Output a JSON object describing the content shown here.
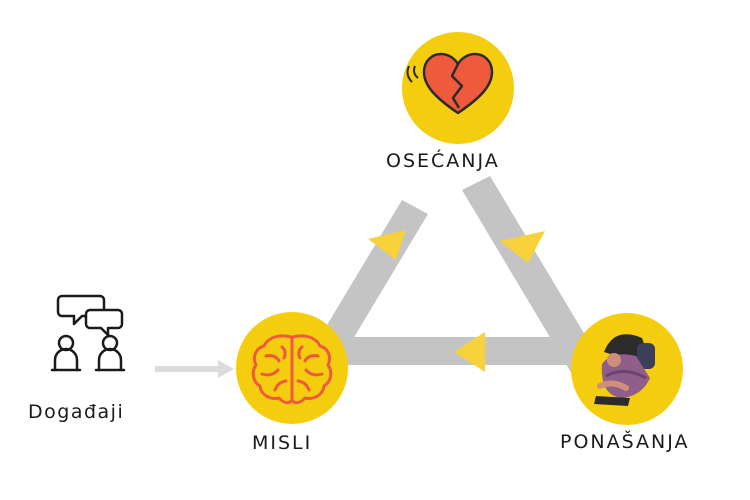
{
  "nodes": {
    "feelings": {
      "label": "OSEĆANJA",
      "icon": "broken-heart-icon"
    },
    "thoughts": {
      "label": "MISLI",
      "icon": "brain-icon"
    },
    "behavior": {
      "label": "PONAŠANJA",
      "icon": "sad-person-icon"
    },
    "events": {
      "label": "Događaji",
      "icon": "people-talking-icon"
    }
  },
  "colors": {
    "circle": "#f5cd0f",
    "connector": "#c4c4c4",
    "arrow": "#f7d23a",
    "icon_red": "#ef5a3c",
    "icon_dark": "#2b2b2b",
    "event_arrow": "#dcdcdc"
  }
}
